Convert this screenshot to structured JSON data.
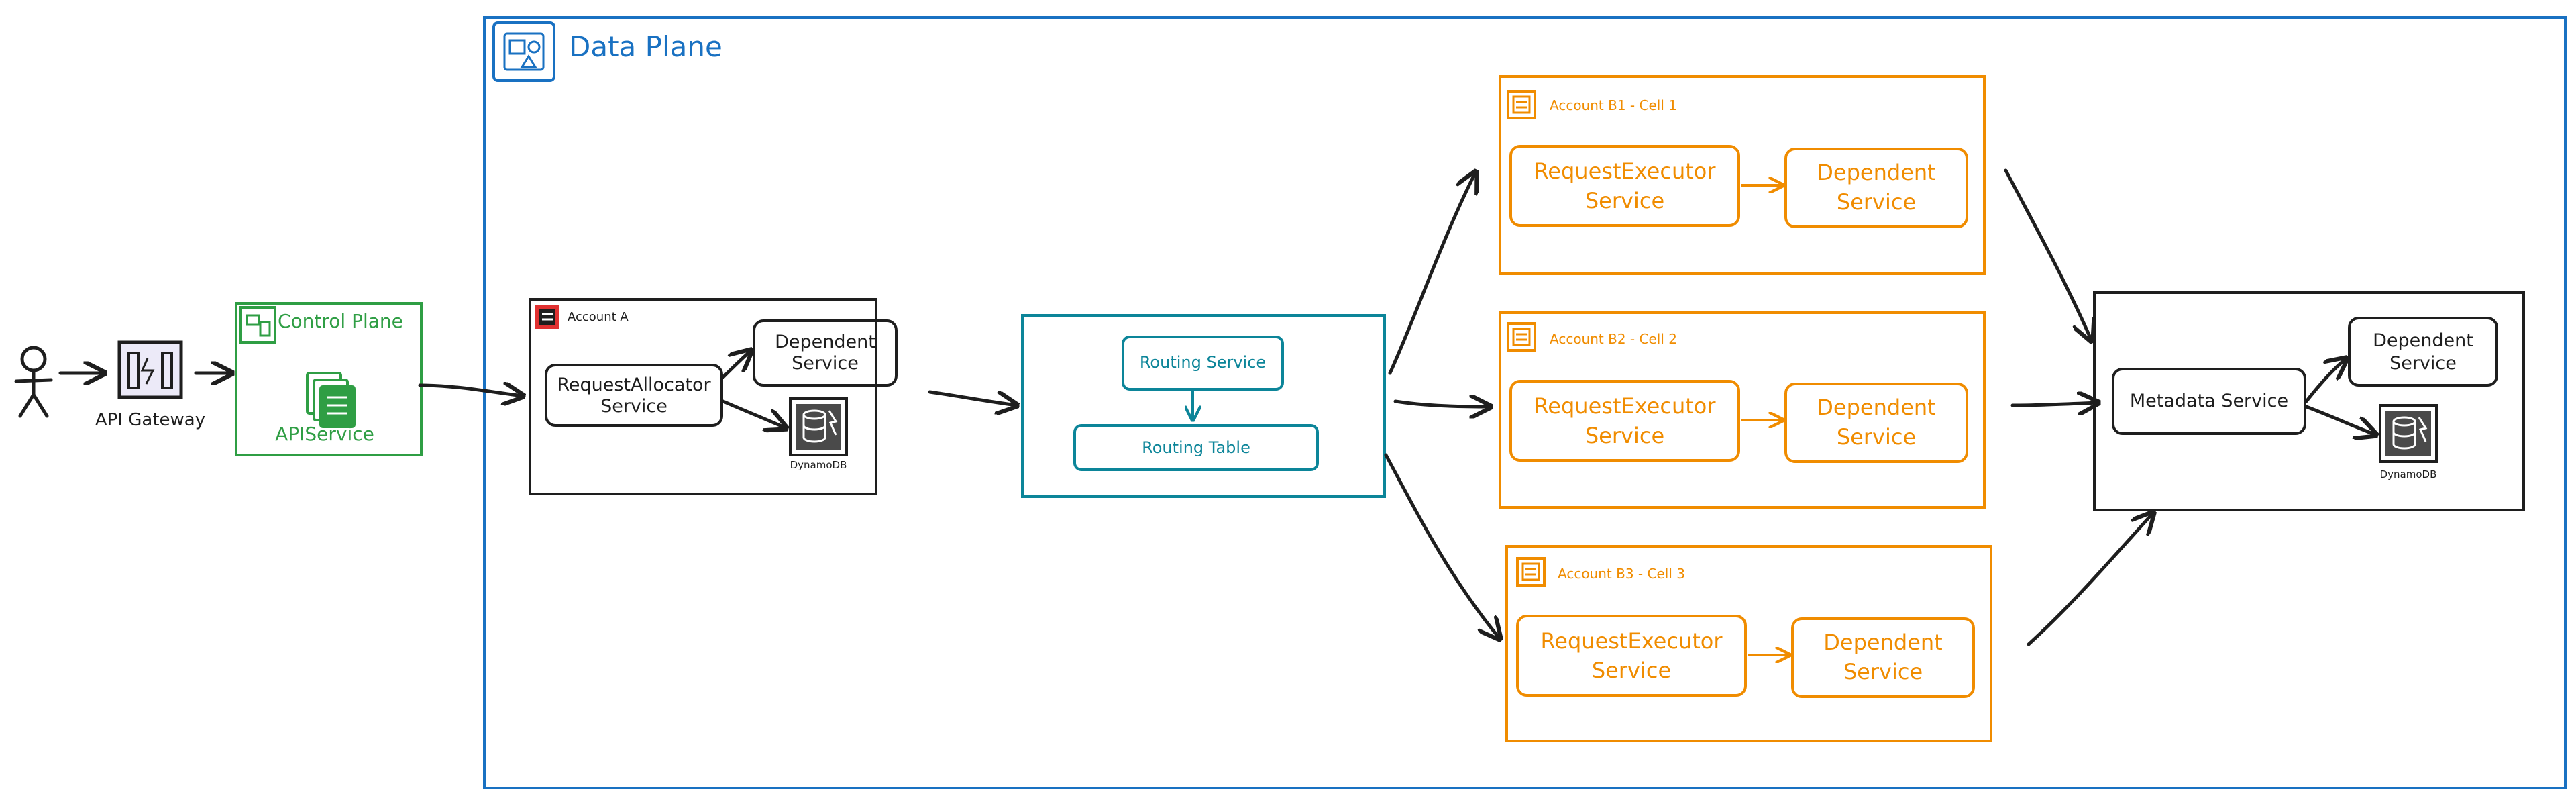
{
  "colors": {
    "ink": "#1e1e1e",
    "data_plane": "#1971c2",
    "control_plane": "#2f9e44",
    "routing": "#0c8599",
    "cell": "#f08c00",
    "dynamodb_fill": "#4a4a4a"
  },
  "actor": {
    "icon": "user-icon"
  },
  "api_gateway": {
    "label": "API Gateway",
    "icon": "api-gateway-icon"
  },
  "control_plane": {
    "title": "Control Plane",
    "service_label": "APIService",
    "icon": "document-stack-icon"
  },
  "data_plane": {
    "title": "Data Plane",
    "icon": "vpc-icon"
  },
  "account_a": {
    "title": "Account A",
    "allocator": {
      "line1": "RequestAllocator",
      "line2": "Service"
    },
    "dependent": {
      "line1": "Dependent",
      "line2": "Service"
    },
    "db_label": "DynamoDB"
  },
  "routing": {
    "service": "Routing Service",
    "table": "Routing Table"
  },
  "cells": [
    {
      "title": "Account B1 - Cell 1",
      "executor1": "RequestExecutor",
      "executor2": "Service",
      "dependent1": "Dependent",
      "dependent2": "Service"
    },
    {
      "title": "Account B2 - Cell 2",
      "executor1": "RequestExecutor",
      "executor2": "Service",
      "dependent1": "Dependent",
      "dependent2": "Service"
    },
    {
      "title": "Account B3 - Cell 3",
      "executor1": "RequestExecutor",
      "executor2": "Service",
      "dependent1": "Dependent",
      "dependent2": "Service"
    }
  ],
  "metadata": {
    "service": "Metadata Service",
    "dependent1": "Dependent",
    "dependent2": "Service",
    "db_label": "DynamoDB"
  }
}
